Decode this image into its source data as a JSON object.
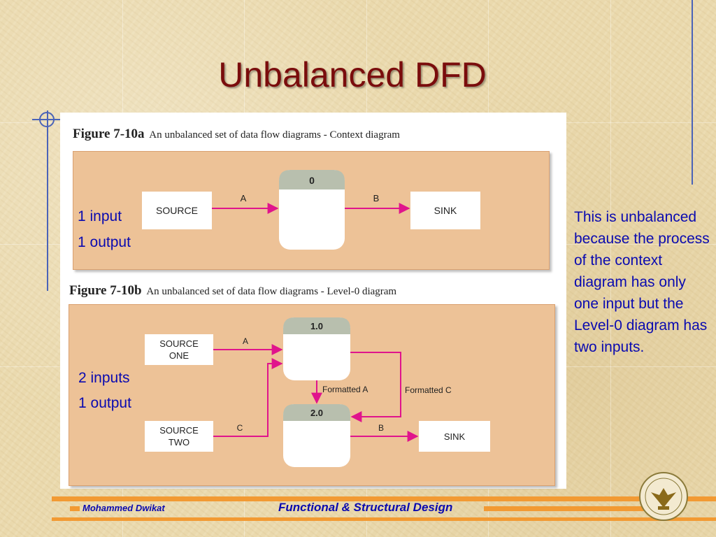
{
  "slide": {
    "title": "Unbalanced DFD",
    "side_note": "This is unbalanced because the process of the context diagram has only one input but the Level-0 diagram has two inputs.",
    "footer": {
      "author": "Mohammed Dwikat",
      "course": "Functional & Structural Design"
    }
  },
  "figure_a": {
    "number": "Figure 7-10a",
    "caption": "An unbalanced set of data flow diagrams - Context diagram",
    "source_label": "SOURCE",
    "process_id": "0",
    "sink_label": "SINK",
    "flow_in": "A",
    "flow_out": "B",
    "annotation_inputs": "1 input",
    "annotation_outputs": "1 output"
  },
  "figure_b": {
    "number": "Figure 7-10b",
    "caption": "An unbalanced set of data flow diagrams - Level-0 diagram",
    "source_one_line1": "SOURCE",
    "source_one_line2": "ONE",
    "source_two_line1": "SOURCE",
    "source_two_line2": "TWO",
    "process1_id": "1.0",
    "process2_id": "2.0",
    "sink_label": "SINK",
    "flow_a": "A",
    "flow_c": "C",
    "flow_b": "B",
    "flow_formatted_a": "Formatted A",
    "flow_formatted_c": "Formatted C",
    "annotation_inputs": "2 inputs",
    "annotation_outputs": "1 output"
  },
  "colors": {
    "title": "#7a0c0c",
    "text_blue": "#0a0ab0",
    "arrow": "#e0148c",
    "diagram_bg": "#edc297",
    "process_header": "#b8bfae",
    "footer_bar": "#f29a33"
  },
  "icons": {
    "logo": "university-seal-icon"
  }
}
